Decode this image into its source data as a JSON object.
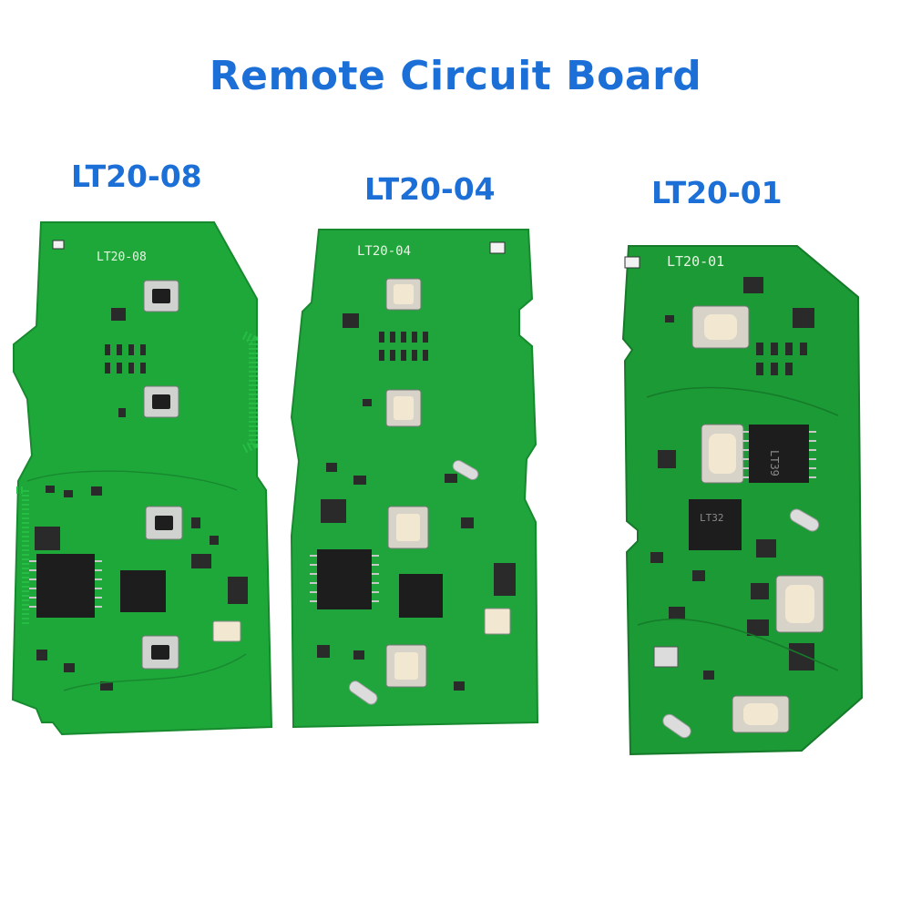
{
  "title": "Remote Circuit Board",
  "colors": {
    "title": "#1b6fd6",
    "pcb_green": "#1fa83a",
    "pcb_dark": "#14852b",
    "silkscreen": "#e9f5e4",
    "button_cap": "#f2e7d0",
    "chip": "#1d1d1d"
  },
  "boards": [
    {
      "label": "LT20-08",
      "silkscreen": "LT20-08",
      "ic_main": "",
      "ic_secondary": "",
      "buttons": 4
    },
    {
      "label": "LT20-04",
      "silkscreen": "LT20-04",
      "ic_main": "",
      "ic_secondary": "",
      "buttons": 4
    },
    {
      "label": "LT20-01",
      "silkscreen": "LT20-01",
      "ic_main": "LT39",
      "ic_secondary": "LT32",
      "buttons": 4
    }
  ]
}
